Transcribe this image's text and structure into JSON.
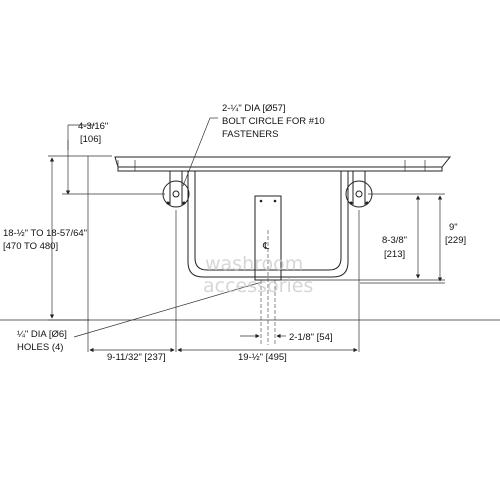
{
  "drawing": {
    "annotations": {
      "bolt_circle_line1": "2-¼\" DIA [Ø57]",
      "bolt_circle_line2": "BOLT CIRCLE FOR #10",
      "bolt_circle_line3": "FASTENERS",
      "top_offset_line1": "4-3/16\"",
      "top_offset_line2": "[106]",
      "height_line1": "18-½\" TO 18-57/64\"",
      "height_line2": "[470 TO 480]",
      "right_outer_line1": "9\"",
      "right_outer_line2": "[229]",
      "right_inner_line1": "8-3/8\"",
      "right_inner_line2": "[213]",
      "holes_line1": "¼\" DIA [Ø6]",
      "holes_line2": "HOLES (4)",
      "post_width": "2-1/8\" [54]",
      "left_offset": "9-11/32\" [237]",
      "center_width": "19-½\" [495]",
      "centerline_symbol": "℄"
    },
    "watermark": {
      "line1": "washroom",
      "line2": "accessories"
    }
  }
}
